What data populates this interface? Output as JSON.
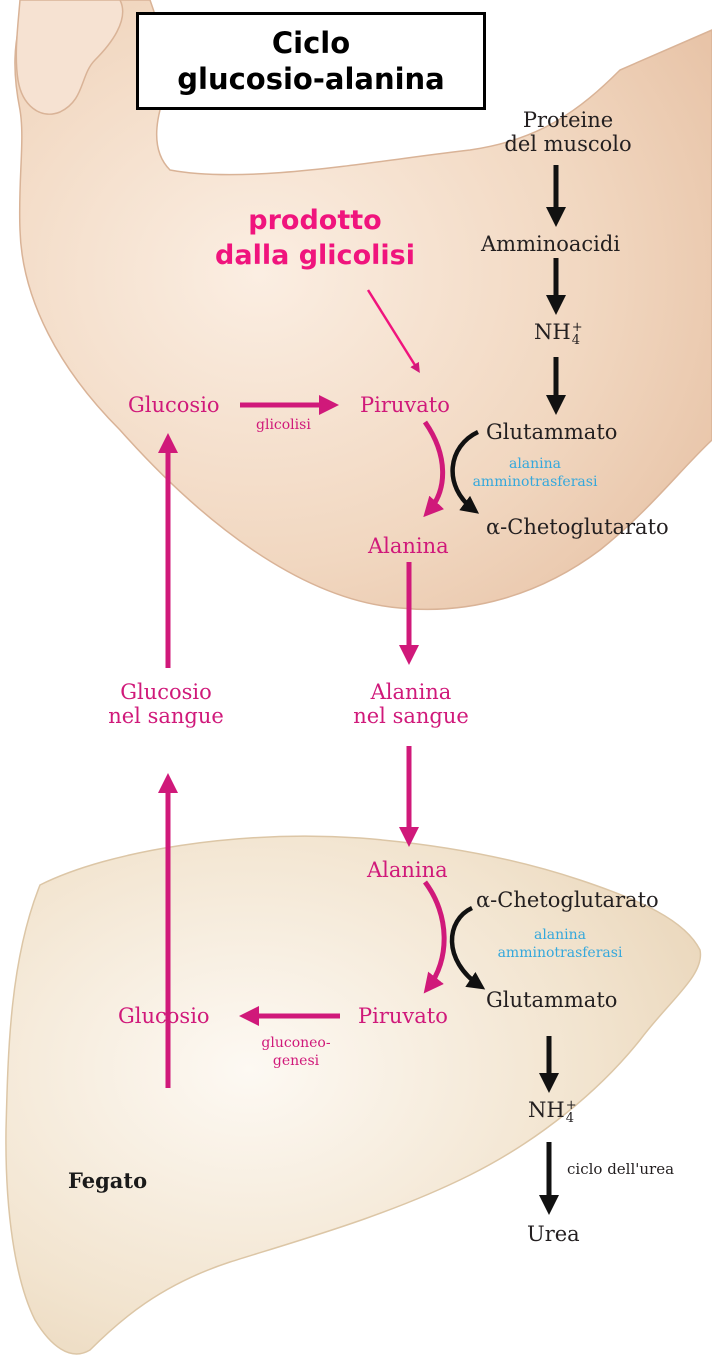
{
  "title": {
    "line1": "Ciclo",
    "line2": "glucosio-alanina"
  },
  "callout": {
    "line1": "prodotto",
    "line2": "dalla glicolisi"
  },
  "colors": {
    "pathway": "#d0197a",
    "callout": "#f0147d",
    "enzyme": "#35a8dc",
    "skin": "#f2d9c2",
    "liver": "#f3e6d3",
    "text_dark": "#231f20"
  },
  "muscle": {
    "proteine": {
      "line1": "Proteine",
      "line2": "del muscolo"
    },
    "amminoacidi": "Amminoacidi",
    "nh4": {
      "base": "NH",
      "sup": "+",
      "sub": "4"
    },
    "glucosio": "Glucosio",
    "glicolisi": "glicolisi",
    "piruvato": "Piruvato",
    "glutammato": "Glutammato",
    "enzyme": {
      "line1": "alanina",
      "line2": "amminotrasferasi"
    },
    "chetoglutarato": "α-Chetoglutarato",
    "alanina": "Alanina"
  },
  "blood": {
    "glucosio": {
      "line1": "Glucosio",
      "line2": "nel sangue"
    },
    "alanina": {
      "line1": "Alanina",
      "line2": "nel sangue"
    }
  },
  "liver": {
    "alanina": "Alanina",
    "chetoglutarato": "α-Chetoglutarato",
    "enzyme": {
      "line1": "alanina",
      "line2": "amminotrasferasi"
    },
    "glutammato": "Glutammato",
    "glucosio": "Glucosio",
    "piruvato": "Piruvato",
    "gluconeogenesi": {
      "line1": "gluconeo-",
      "line2": "genesi"
    },
    "nh4": {
      "base": "NH",
      "sup": "+",
      "sub": "4"
    },
    "ciclo_urea": "ciclo dell'urea",
    "urea": "Urea",
    "organ_label": "Fegato"
  }
}
